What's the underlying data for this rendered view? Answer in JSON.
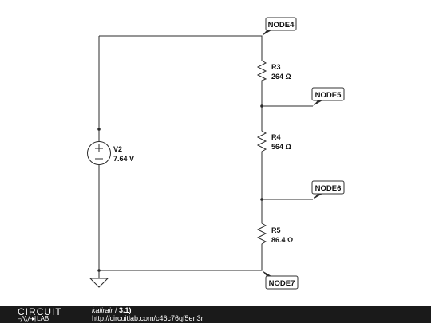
{
  "circuit": {
    "source": {
      "name": "V2",
      "value": "7.64 V"
    },
    "resistors": [
      {
        "name": "R3",
        "value": "264 Ω"
      },
      {
        "name": "R4",
        "value": "564 Ω"
      },
      {
        "name": "R5",
        "value": "86.4 Ω"
      }
    ],
    "nodes": [
      "NODE4",
      "NODE5",
      "NODE6",
      "NODE7"
    ]
  },
  "footer": {
    "logo_top": "CIRCUIT",
    "logo_bottom": "LAB",
    "user": "kalirair",
    "separator": " / ",
    "title": "3.1)",
    "url": "http://circuitlab.com/c46c76qf5en3r"
  }
}
